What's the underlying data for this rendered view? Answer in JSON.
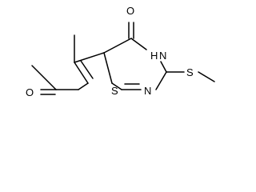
{
  "molecule": {
    "atoms": {
      "o_ketone": "O",
      "o_acetyl": "O",
      "n_h": "H",
      "n_ring_top": "N",
      "n_ring_bottom": "N",
      "s_ring": "S",
      "s_methylthio": "S"
    }
  }
}
